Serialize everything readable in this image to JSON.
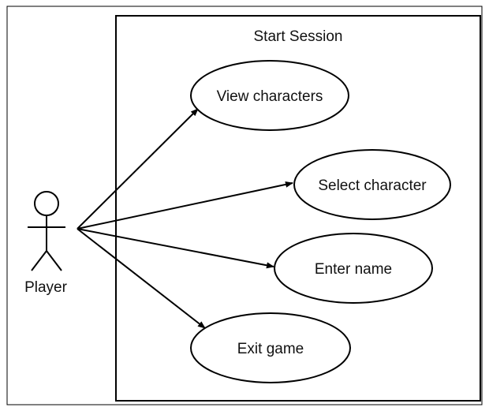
{
  "diagram": {
    "system_title": "Start Session",
    "actor": {
      "label": "Player"
    },
    "use_cases": [
      {
        "label": "View characters"
      },
      {
        "label": "Select character"
      },
      {
        "label": "Enter name"
      },
      {
        "label": "Exit game"
      }
    ]
  }
}
